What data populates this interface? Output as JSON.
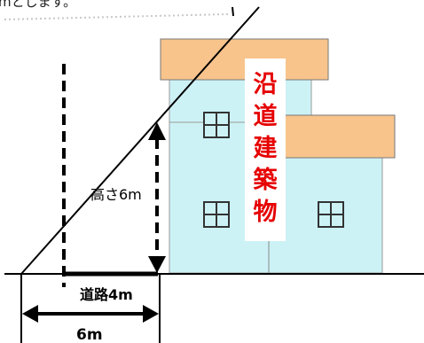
{
  "caption_fragment": "mとします。",
  "building": {
    "label_chars": [
      "沿",
      "道",
      "建",
      "築",
      "物"
    ]
  },
  "dimensions": {
    "height_label": "高さ6m",
    "road_label": "道路4m",
    "setback_label": "6m"
  },
  "colors": {
    "wall": "#ccf2f6",
    "roof": "#f8c48c",
    "label_text": "#e60000",
    "line": "#000000"
  }
}
